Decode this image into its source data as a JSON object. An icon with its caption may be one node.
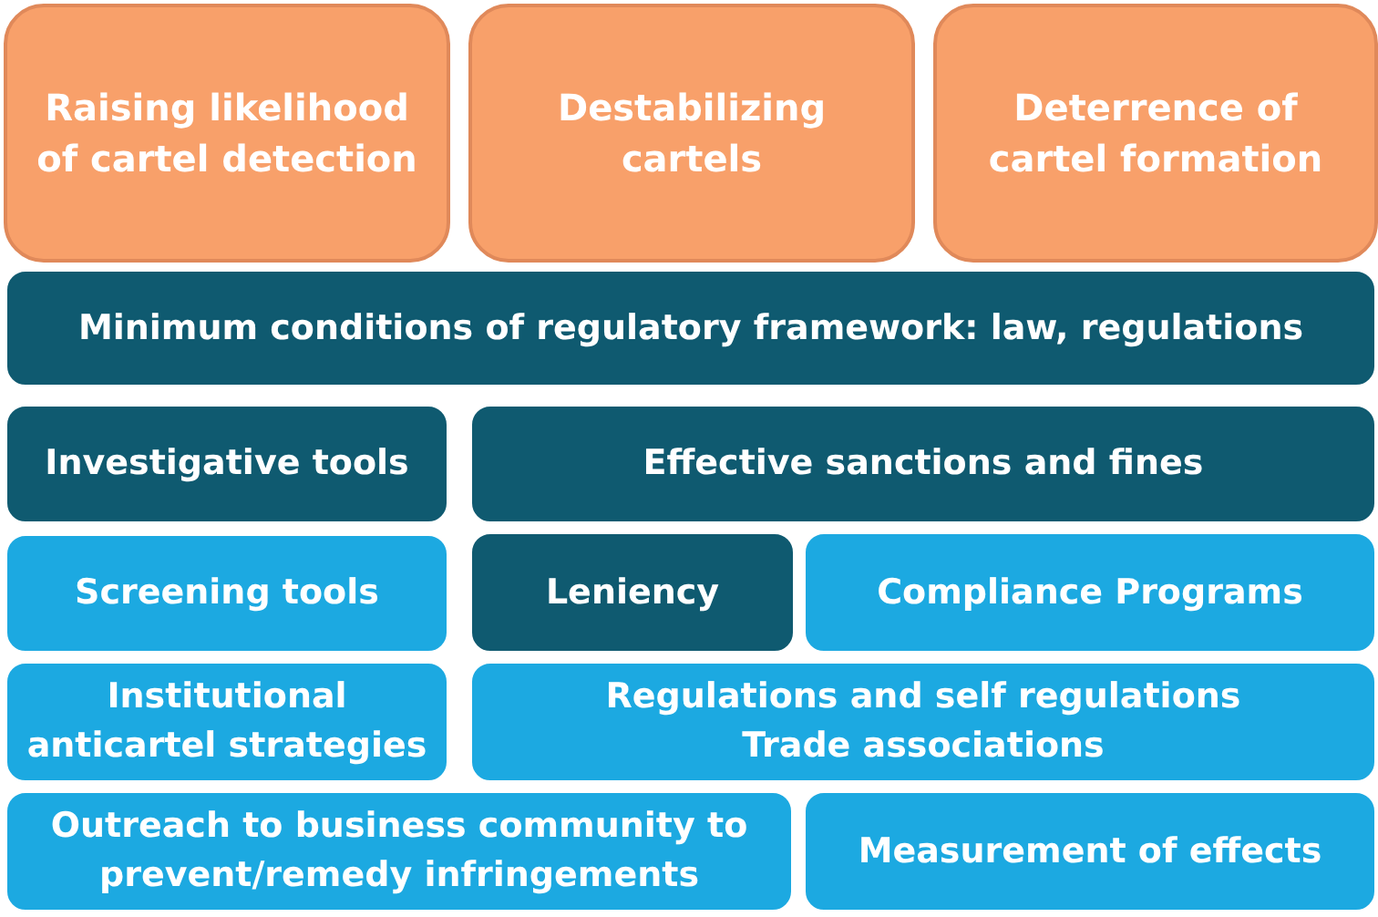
{
  "diagram": {
    "nodes": [
      {
        "text": [
          "Raising likelihood of cartel detection"
        ]
      },
      {
        "text": [
          "Destabilizing cartels"
        ]
      },
      {
        "text": [
          "Deterrence of cartel formation"
        ]
      },
      {
        "text": [
          "Minimum conditions of regulatory framework: law, regulations"
        ]
      },
      {
        "text": [
          "Investigative tools"
        ]
      },
      {
        "text": [
          "Effective sanctions and fines"
        ]
      },
      {
        "text": [
          "Screening tools"
        ]
      },
      {
        "text": [
          "Leniency"
        ]
      },
      {
        "text": [
          "Compliance Programs"
        ]
      },
      {
        "text": [
          "Institutional anticartel strategies"
        ]
      },
      {
        "text": [
          "Regulations and self regulations",
          "Trade associations"
        ]
      },
      {
        "text": [
          "Outreach to business community to prevent/remedy infringements"
        ]
      },
      {
        "text": [
          "Measurement of effects"
        ]
      }
    ]
  }
}
